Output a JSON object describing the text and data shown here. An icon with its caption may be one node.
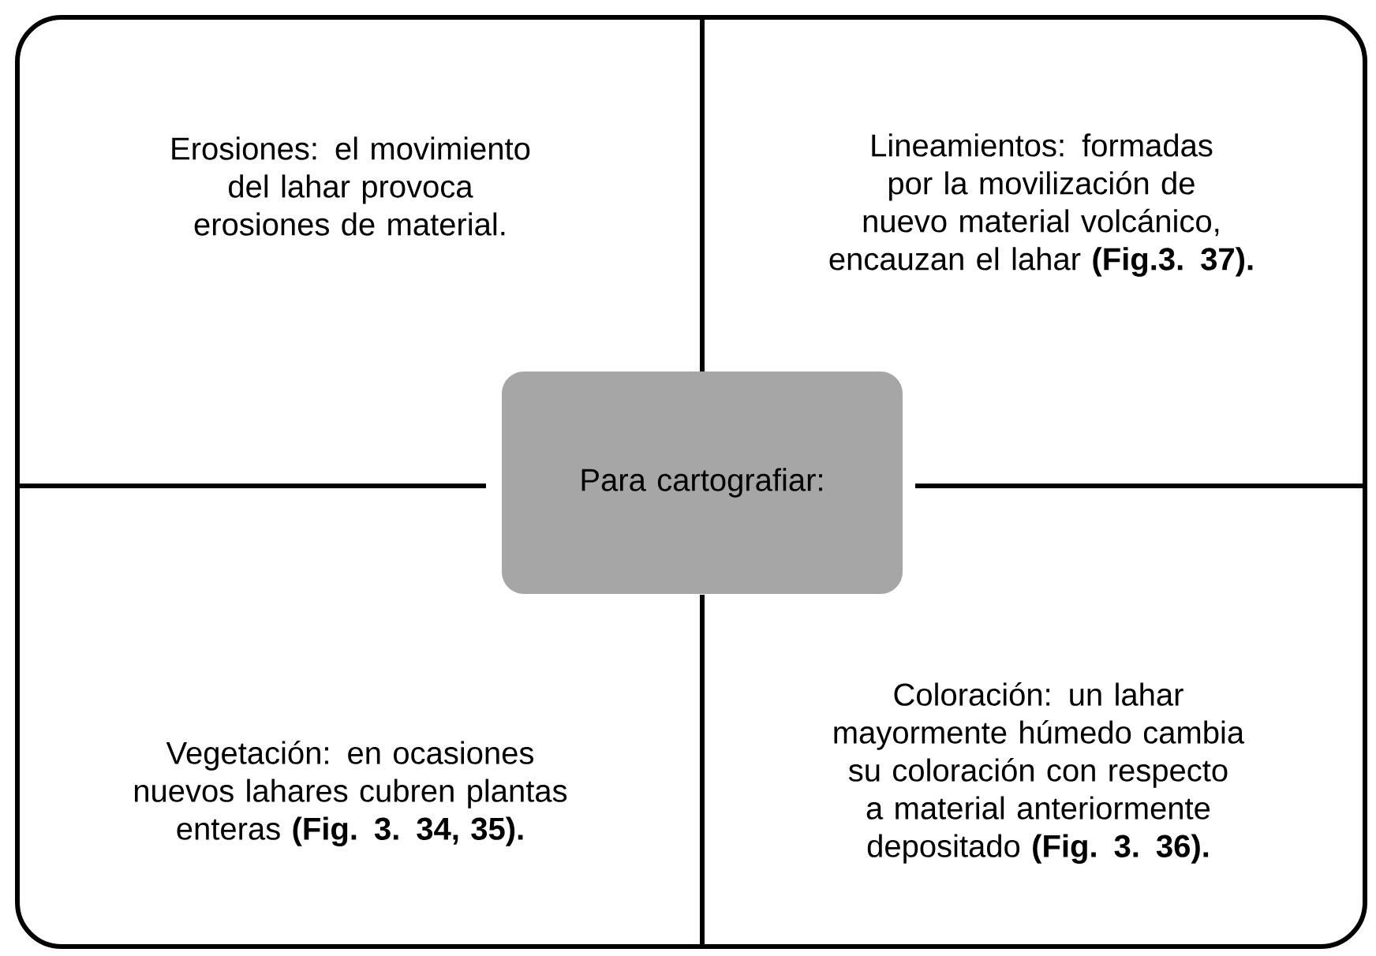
{
  "diagram": {
    "nodes": [
      {
        "text": [
          "Erosiones: el movimiento del lahar provoca erosiones de material."
        ]
      },
      {
        "text": [
          "Lineamientos: formadas por la movilización de nuevo material volcánico, encauzan el lahar **(Fig.3. 37).**"
        ]
      },
      {
        "text": [
          "Para cartografiar:"
        ]
      },
      {
        "text": [
          "Vegetación: en ocasiones nuevos lahares cubren plantas enteras **(Fig. 3. 34, 35).**"
        ]
      },
      {
        "text": [
          "Coloración: un lahar mayormente húmedo cambia su coloración con respecto a material anteriormente depositado **(Fig. 3. 36).**"
        ]
      }
    ]
  }
}
